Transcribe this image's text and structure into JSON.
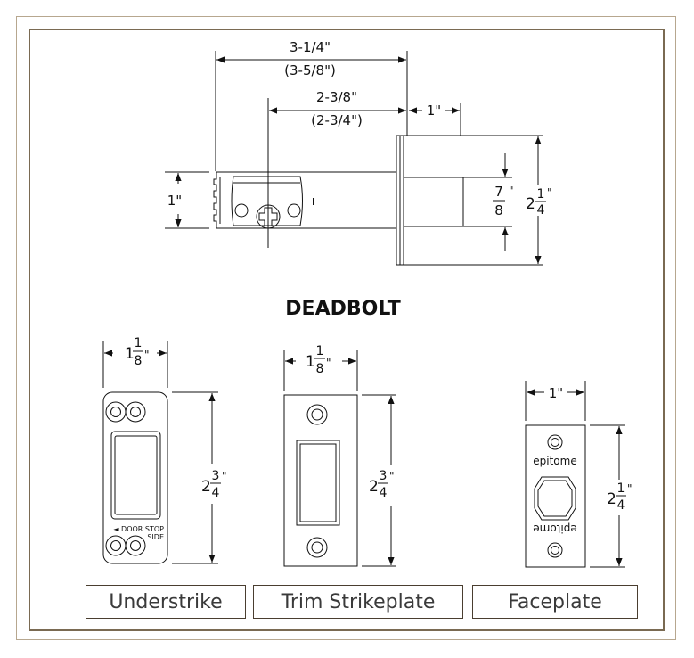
{
  "title": "DEADBOLT",
  "deadbolt": {
    "overall_length": "3-1/4\"",
    "overall_length_alt": "(3-5/8\")",
    "backset": "2-3/8\"",
    "backset_alt": "(2-3/4\")",
    "face_depth": "1\"",
    "body_height": "1\"",
    "bolt_height_num": "7",
    "bolt_height_den": "8",
    "bolt_height_unit": "\"",
    "face_height_whole": "2",
    "face_height_num": "1",
    "face_height_den": "4",
    "face_height_unit": "\""
  },
  "understrike": {
    "label": "Understrike",
    "width_whole": "1",
    "width_num": "1",
    "width_den": "8",
    "width_unit": "\"",
    "height_whole": "2",
    "height_num": "3",
    "height_den": "4",
    "height_unit": "\"",
    "note_line1": "◄ DOOR STOP",
    "note_line2": "SIDE"
  },
  "trim_strikeplate": {
    "label": "Trim Strikeplate",
    "width_whole": "1",
    "width_num": "1",
    "width_den": "8",
    "width_unit": "\"",
    "height_whole": "2",
    "height_num": "3",
    "height_den": "4",
    "height_unit": "\""
  },
  "faceplate": {
    "label": "Faceplate",
    "width": "1\"",
    "height_whole": "2",
    "height_num": "1",
    "height_den": "4",
    "height_unit": "\"",
    "brand_top": "epitome",
    "brand_bottom": "epitome"
  }
}
